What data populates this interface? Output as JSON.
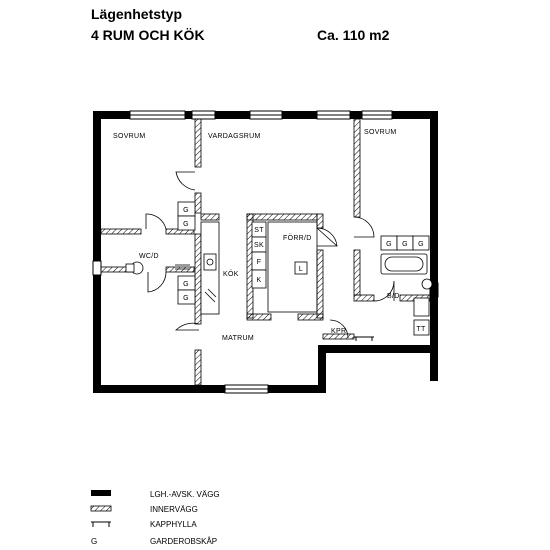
{
  "header": {
    "title": "Lägenhetstyp",
    "type": "4 RUM OCH KÖK",
    "area": "Ca. 110 m2"
  },
  "rooms": {
    "bedroom_left": "SOVRUM",
    "living": "VARDAGSRUM",
    "bedroom_right": "SOVRUM",
    "wc": "WC/D",
    "hall": "FÖRR/D",
    "kitchen": "KÖK",
    "dining": "MATRUM",
    "bath": "B/D",
    "closet": "KPR"
  },
  "fixtures": {
    "wardrobe": "G",
    "st": "ST",
    "sk": "SK",
    "f": "F",
    "k": "K",
    "l": "L",
    "tt": "TT"
  },
  "legend": [
    {
      "label": "LGH.-AVSK. VÄGG",
      "symbol": "thick-wall"
    },
    {
      "label": "INNERVÄGG",
      "symbol": "hatched-wall"
    },
    {
      "label": "KAPPHYLLA",
      "symbol": "coat-shelf"
    },
    {
      "label": "GARDEROBSKÅP",
      "symbol": "G"
    }
  ]
}
